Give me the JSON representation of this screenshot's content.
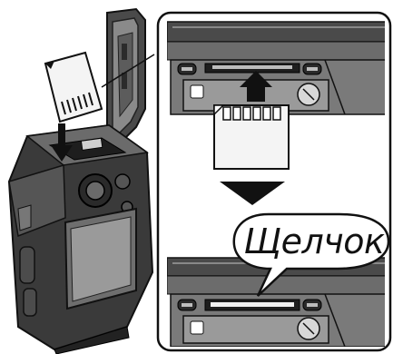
{
  "callout": {
    "text": "Щелчок"
  },
  "colors": {
    "line": "#1a1a1a",
    "body": "#3a3a3a",
    "body_light": "#6b6b6b",
    "body_dark": "#1e1e1e",
    "panel": "#7a7a7a",
    "panel_light": "#bdbdbd",
    "card": "#f4f4f4",
    "arrow": "#111111"
  },
  "icons": [
    "camera-body",
    "sd-card",
    "insert-arrow",
    "down-arrow",
    "speech-bubble"
  ]
}
